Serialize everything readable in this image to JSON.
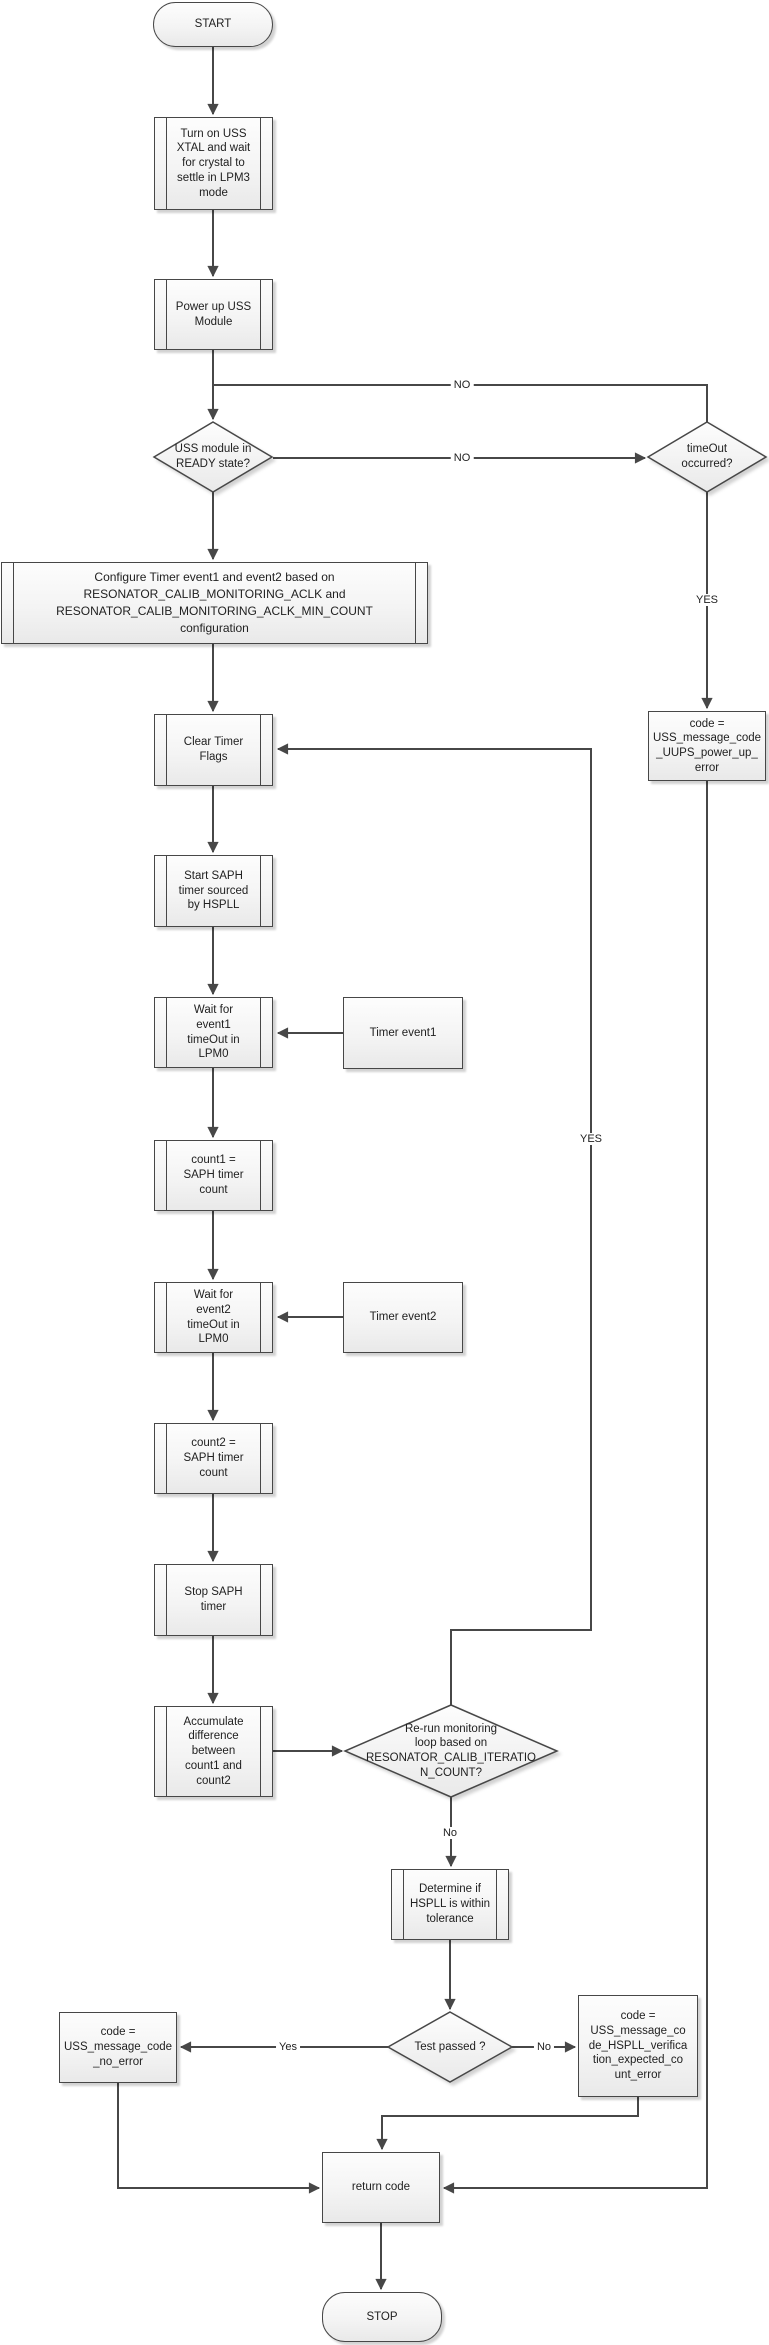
{
  "colors": {
    "line": "#474747",
    "node_border": "#474747",
    "node_fill_top": "#fdfdfd",
    "node_fill_bottom": "#e9e9e9",
    "text": "#212121",
    "background": "#ffffff"
  },
  "nodes": {
    "start": {
      "shape": "terminator",
      "label": "START"
    },
    "turn_on_uss_xtal": {
      "shape": "subprocess",
      "label": "Turn on USS\nXTAL and wait\nfor crystal to\nsettle in LPM3\nmode"
    },
    "power_up_uss": {
      "shape": "subprocess",
      "label": "Power up USS\nModule"
    },
    "uss_ready_q": {
      "shape": "decision",
      "label": "USS module in\nREADY state?"
    },
    "timeout_q": {
      "shape": "decision",
      "label": "timeOut\noccurred?"
    },
    "configure_timer": {
      "shape": "subprocess",
      "label": "Configure Timer event1 and event2 based on\nRESONATOR_CALIB_MONITORING_ACLK and\nRESONATOR_CALIB_MONITORING_ACLK_MIN_COUNT\nconfiguration"
    },
    "uups_error": {
      "shape": "process",
      "label": "code =\nUSS_message_code\n_UUPS_power_up_\nerror"
    },
    "clear_timer_flags": {
      "shape": "subprocess",
      "label": "Clear Timer\nFlags"
    },
    "start_saph": {
      "shape": "subprocess",
      "label": "Start SAPH\ntimer sourced\nby HSPLL"
    },
    "wait_event1": {
      "shape": "subprocess",
      "label": "Wait for\nevent1\ntimeOut in\nLPM0"
    },
    "timer_event1": {
      "shape": "process",
      "label": "Timer event1"
    },
    "count1": {
      "shape": "subprocess",
      "label": "count1 =\nSAPH timer\ncount"
    },
    "wait_event2": {
      "shape": "subprocess",
      "label": "Wait for\nevent2\ntimeOut in\nLPM0"
    },
    "timer_event2": {
      "shape": "process",
      "label": "Timer event2"
    },
    "count2": {
      "shape": "subprocess",
      "label": "count2 =\nSAPH timer\ncount"
    },
    "stop_saph": {
      "shape": "subprocess",
      "label": "Stop SAPH\ntimer"
    },
    "accumulate_diff": {
      "shape": "subprocess",
      "label": "Accumulate\ndifference\nbetween\ncount1 and\ncount2"
    },
    "rerun_q": {
      "shape": "decision",
      "label": "Re-run monitoring\nloop based on\nRESONATOR_CALIB_ITERATIO\nN_COUNT?"
    },
    "determine_hspll": {
      "shape": "subprocess",
      "label": "Determine if\nHSPLL is within\ntolerance"
    },
    "test_passed_q": {
      "shape": "decision",
      "label": "Test passed ?"
    },
    "no_error": {
      "shape": "process",
      "label": "code =\nUSS_message_code\n_no_error"
    },
    "hspll_error": {
      "shape": "process",
      "label": "code =\nUSS_message_co\nde_HSPLL_verifica\ntion_expected_co\nunt_error"
    },
    "return_code": {
      "shape": "process",
      "label": "return code"
    },
    "stop": {
      "shape": "terminator",
      "label": "STOP"
    }
  },
  "edge_labels": {
    "timeout_no_return": "NO",
    "ready_no": "NO",
    "timeout_yes": "YES",
    "rerun_yes": "YES",
    "rerun_no": "No",
    "test_yes": "Yes",
    "test_no": "No"
  }
}
